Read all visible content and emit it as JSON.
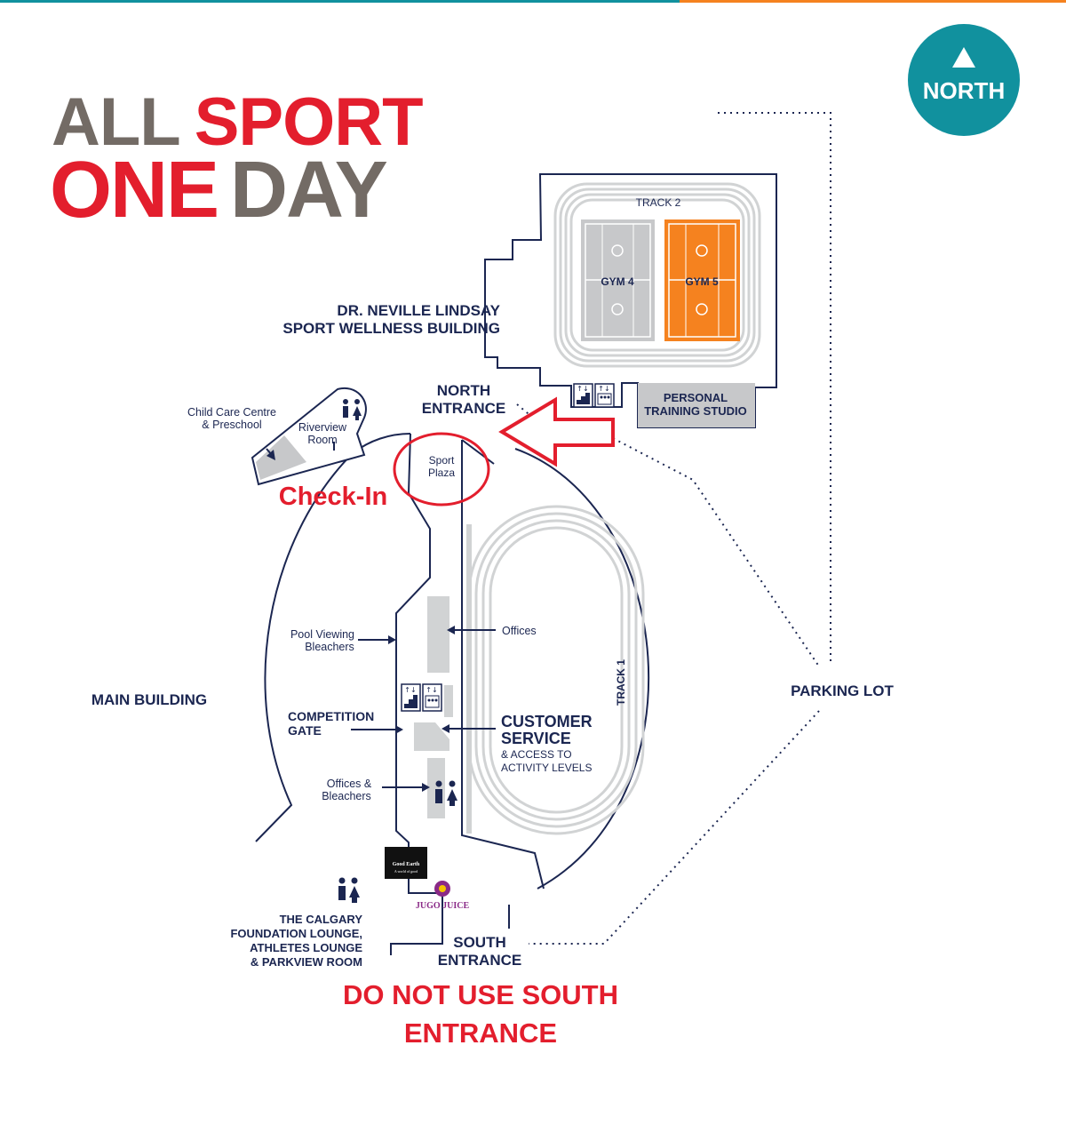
{
  "header": {
    "title_line1_a": "ALL",
    "title_line1_b": "SPORT",
    "title_line2_a": "ONE",
    "title_line2_b": "DAY"
  },
  "compass": {
    "label": "NORTH",
    "icon": "north-arrow-icon"
  },
  "colors": {
    "navy": "#1b2651",
    "red": "#e31e2d",
    "grey_text": "#736b65",
    "teal": "#11919e",
    "orange": "#f5821f",
    "light_grey": "#d1d3d4"
  },
  "buildings": {
    "wellness_line1": "DR. NEVILLE LINDSAY",
    "wellness_line2": "SPORT WELLNESS BUILDING",
    "main": "MAIN BUILDING",
    "parking": "PARKING LOT"
  },
  "wellness": {
    "track": "TRACK 2",
    "gym4": "GYM 4",
    "gym5": "GYM 5",
    "pts_line1": "PERSONAL",
    "pts_line2": "TRAINING STUDIO"
  },
  "entrances": {
    "north_line1": "NORTH",
    "north_line2": "ENTRANCE",
    "south_line1": "SOUTH",
    "south_line2": "ENTRANCE"
  },
  "rooms": {
    "childcare_line1": "Child Care Centre",
    "childcare_line2": "& Preschool",
    "riverview_line1": "Riverview",
    "riverview_line2": "Room",
    "plaza_line1": "Sport",
    "plaza_line2": "Plaza",
    "pool_line1": "Pool Viewing",
    "pool_line2": "Bleachers",
    "offices": "Offices",
    "comp_line1": "COMPETITION",
    "comp_line2": "GATE",
    "cs_line1": "CUSTOMER",
    "cs_line2": "SERVICE",
    "cs_line3": "& ACCESS TO",
    "cs_line4": "ACTIVITY LEVELS",
    "ob_line1": "Offices &",
    "ob_line2": "Bleachers",
    "track1": "TRACK 1",
    "lounge_line1": "THE CALGARY",
    "lounge_line2": "FOUNDATION LOUNGE,",
    "lounge_line3": "ATHLETES LOUNGE",
    "lounge_line4": "& PARKVIEW ROOM"
  },
  "logos": {
    "goodearth_line1": "Good Earth",
    "goodearth_line2": "A world of good",
    "jugo": "JUGO JUICE"
  },
  "annotations": {
    "checkin": "Check-In",
    "warning_line1": "DO NOT USE SOUTH",
    "warning_line2": "ENTRANCE"
  }
}
